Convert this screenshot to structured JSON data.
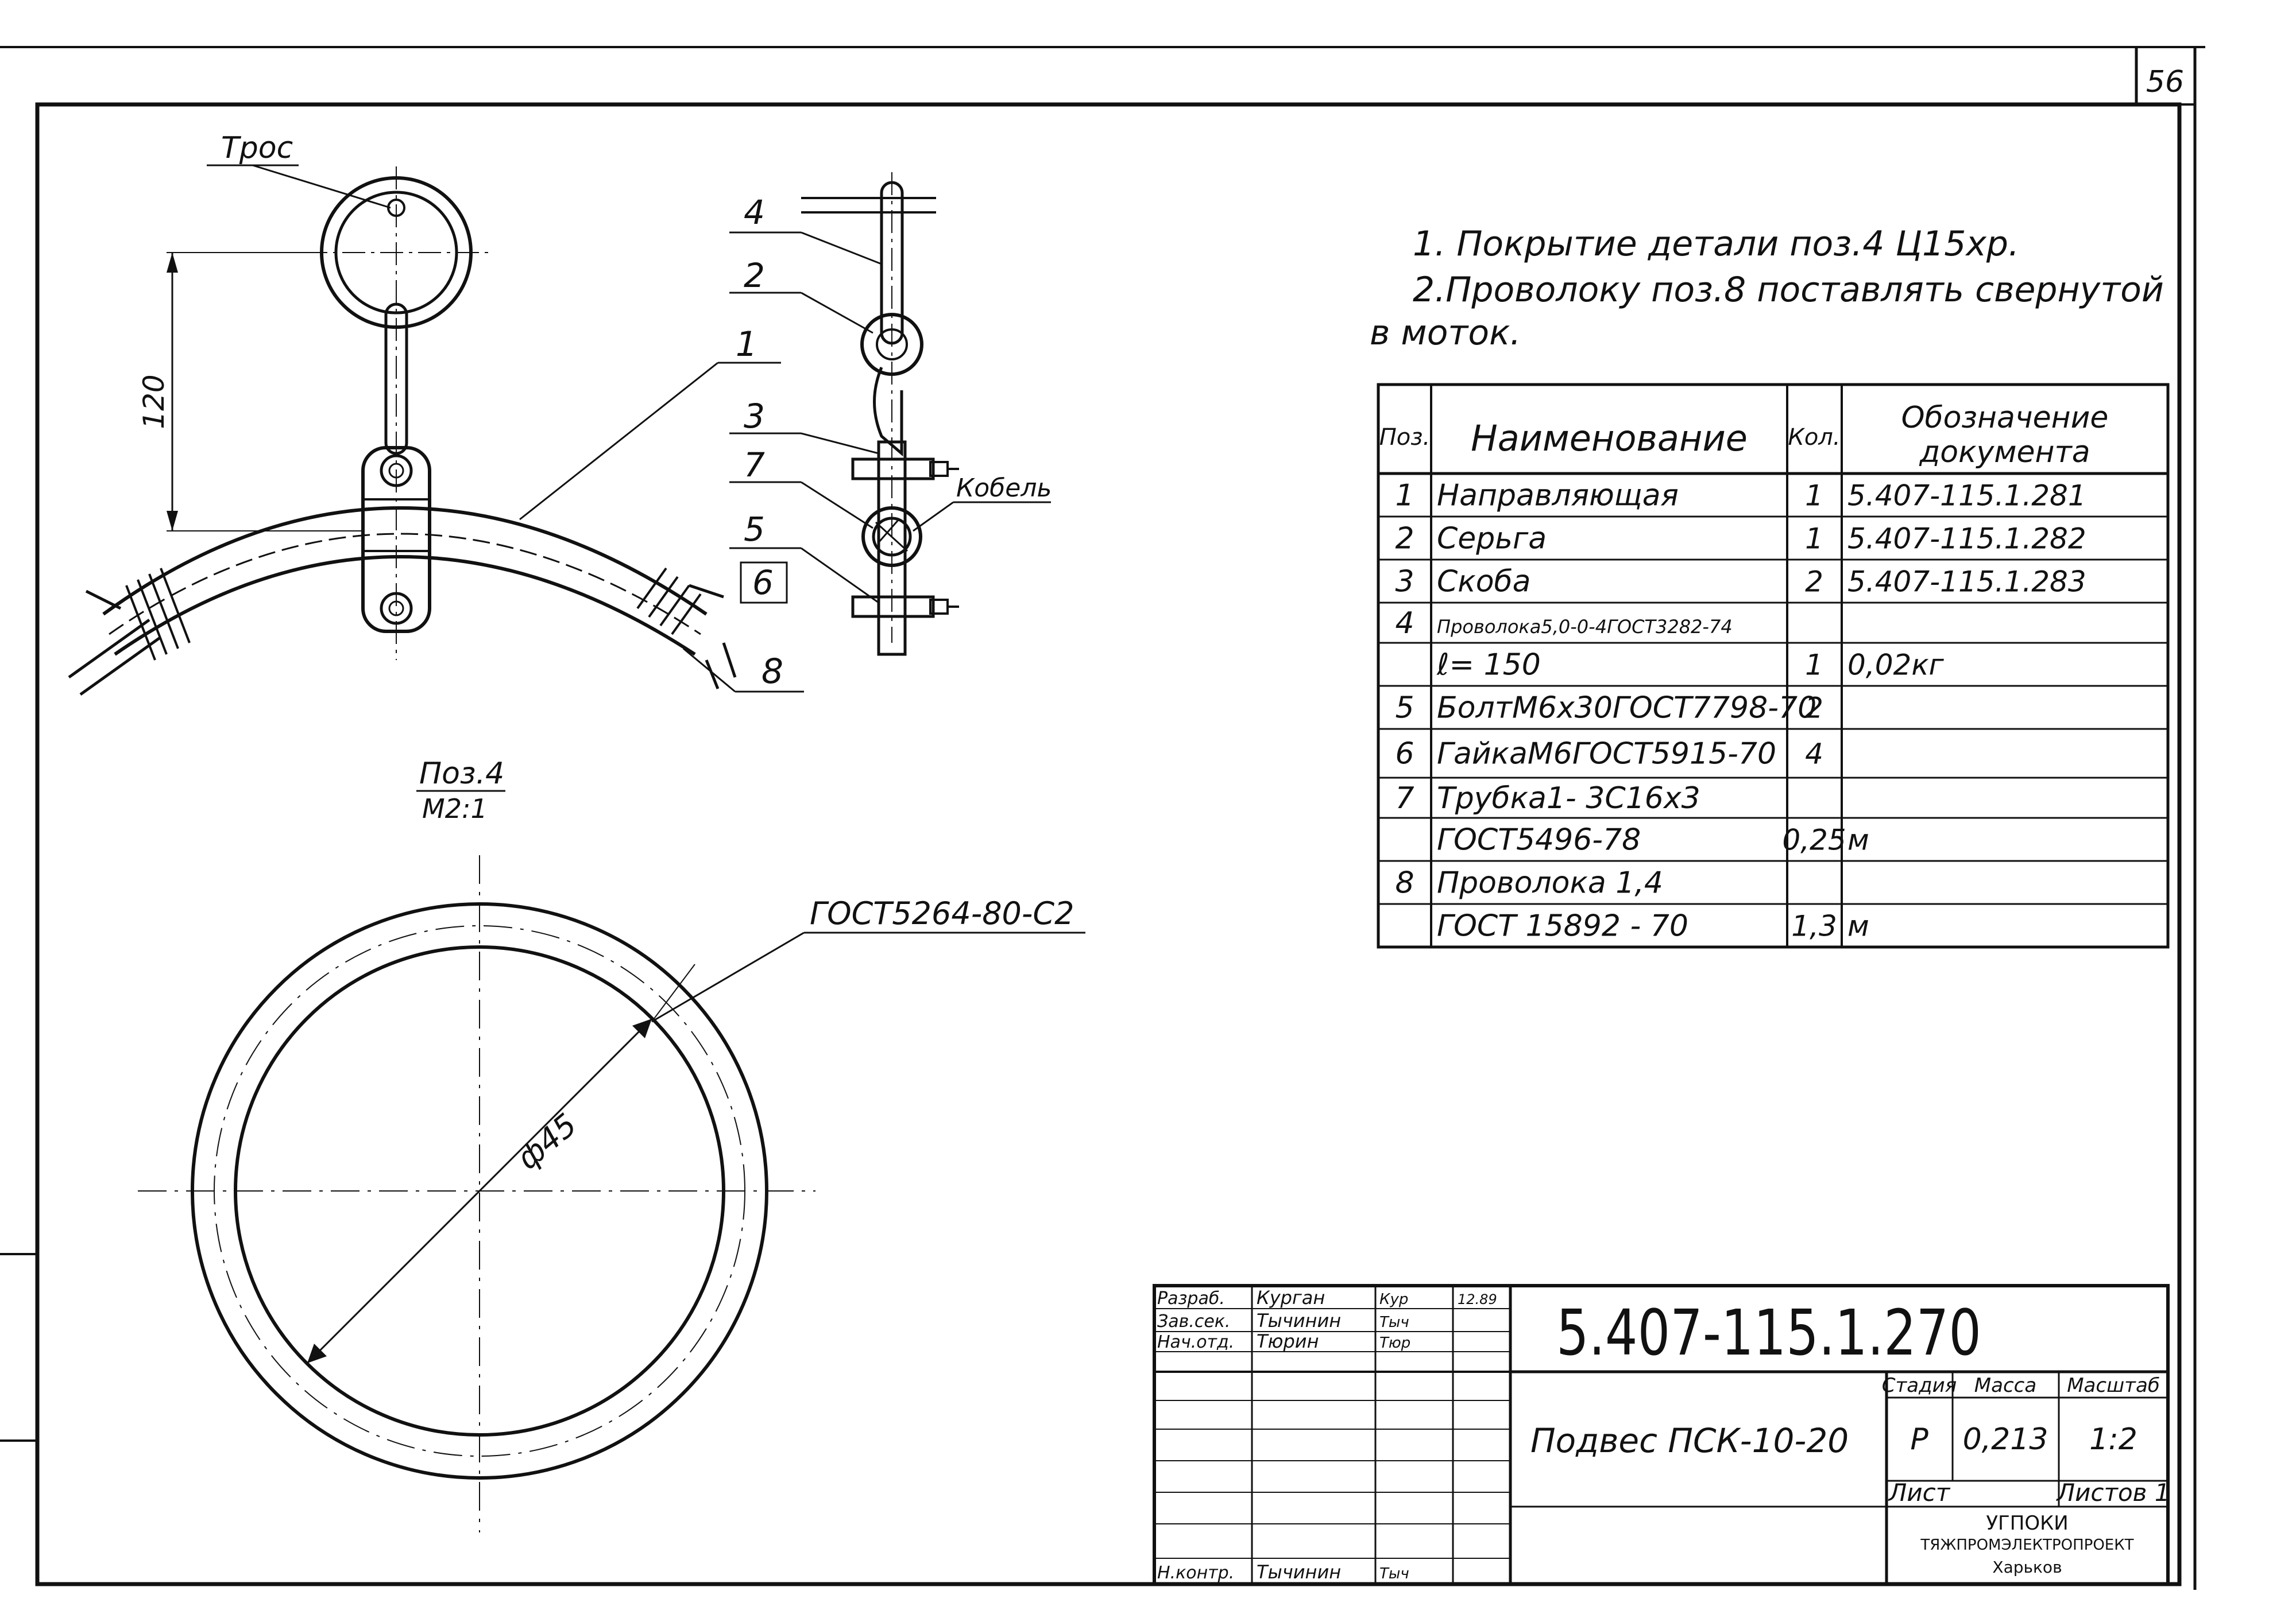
{
  "sheet": {
    "page_number": "56",
    "notes": [
      "1. Покрытие детали поз.4 Ц15хр.",
      "2.Проволоку поз.8 поставлять свернутой",
      "в моток."
    ]
  },
  "drawing": {
    "label_tros": "Трос",
    "label_kabel": "Кобель",
    "dim_120": "120",
    "callouts": [
      "4",
      "2",
      "1",
      "3",
      "7",
      "5",
      "6",
      "8"
    ],
    "detail_title": "Поз.4",
    "detail_scale": "М2:1",
    "ring_gost": "ГОСТ5264-80-С2",
    "ring_diameter": "ф45"
  },
  "spec_table": {
    "headers": [
      "Поз.",
      "Наименование",
      "Кол.",
      "Обозначение",
      "документа"
    ],
    "rows": [
      {
        "pos": "1",
        "name": "Направляющая",
        "qty": "1",
        "doc": "5.407-115.1.281"
      },
      {
        "pos": "2",
        "name": "Серьга",
        "qty": "1",
        "doc": "5.407-115.1.282"
      },
      {
        "pos": "3",
        "name": "Скоба",
        "qty": "2",
        "doc": "5.407-115.1.283"
      },
      {
        "pos": "4",
        "name": "Проволока5,0-0-4ГОСТ3282-74",
        "qty": "",
        "doc": ""
      },
      {
        "pos": "",
        "name": "ℓ= 150",
        "qty": "1",
        "doc": "0,02кг"
      },
      {
        "pos": "5",
        "name": "БолтМ6х30ГОСТ7798-70",
        "qty": "2",
        "doc": ""
      },
      {
        "pos": "6",
        "name": "ГайкаМ6ГОСТ5915-70",
        "qty": "4",
        "doc": ""
      },
      {
        "pos": "7",
        "name": "Трубка1- 3С16х3",
        "qty": "",
        "doc": ""
      },
      {
        "pos": "",
        "name": "ГОСТ5496-78",
        "qty": "0,25",
        "doc": "м"
      },
      {
        "pos": "8",
        "name": "Проволока 1,4",
        "qty": "",
        "doc": ""
      },
      {
        "pos": "",
        "name": "ГОСТ 15892 - 70",
        "qty": "1,3",
        "doc": "м"
      }
    ]
  },
  "title_block": {
    "document_code": "5.407-115.1.270",
    "title": "Подвес ПСК-10-20",
    "signatures": [
      {
        "role": "Разраб.",
        "name": "Курган",
        "sign": "Кур",
        "date": "12.89"
      },
      {
        "role": "Зав.сек.",
        "name": "Тычинин",
        "sign": "Тыч",
        "date": ""
      },
      {
        "role": "Нач.отд.",
        "name": "Тюрин",
        "sign": "Тюр",
        "date": ""
      },
      {
        "role": "Н.контр.",
        "name": "Тычинин",
        "sign": "Тыч",
        "date": ""
      }
    ],
    "stage_header": "Стадия",
    "mass_header": "Масса",
    "scale_header": "Масштаб",
    "stage": "Р",
    "mass": "0,213",
    "scale": "1:2",
    "sheet_label": "Лист",
    "sheets_label": "Листов 1",
    "org_line1": "УГПОКИ",
    "org_line2": "ТЯЖПРОМЭЛЕКТРОПРОЕКТ",
    "org_line3": "Харьков"
  }
}
